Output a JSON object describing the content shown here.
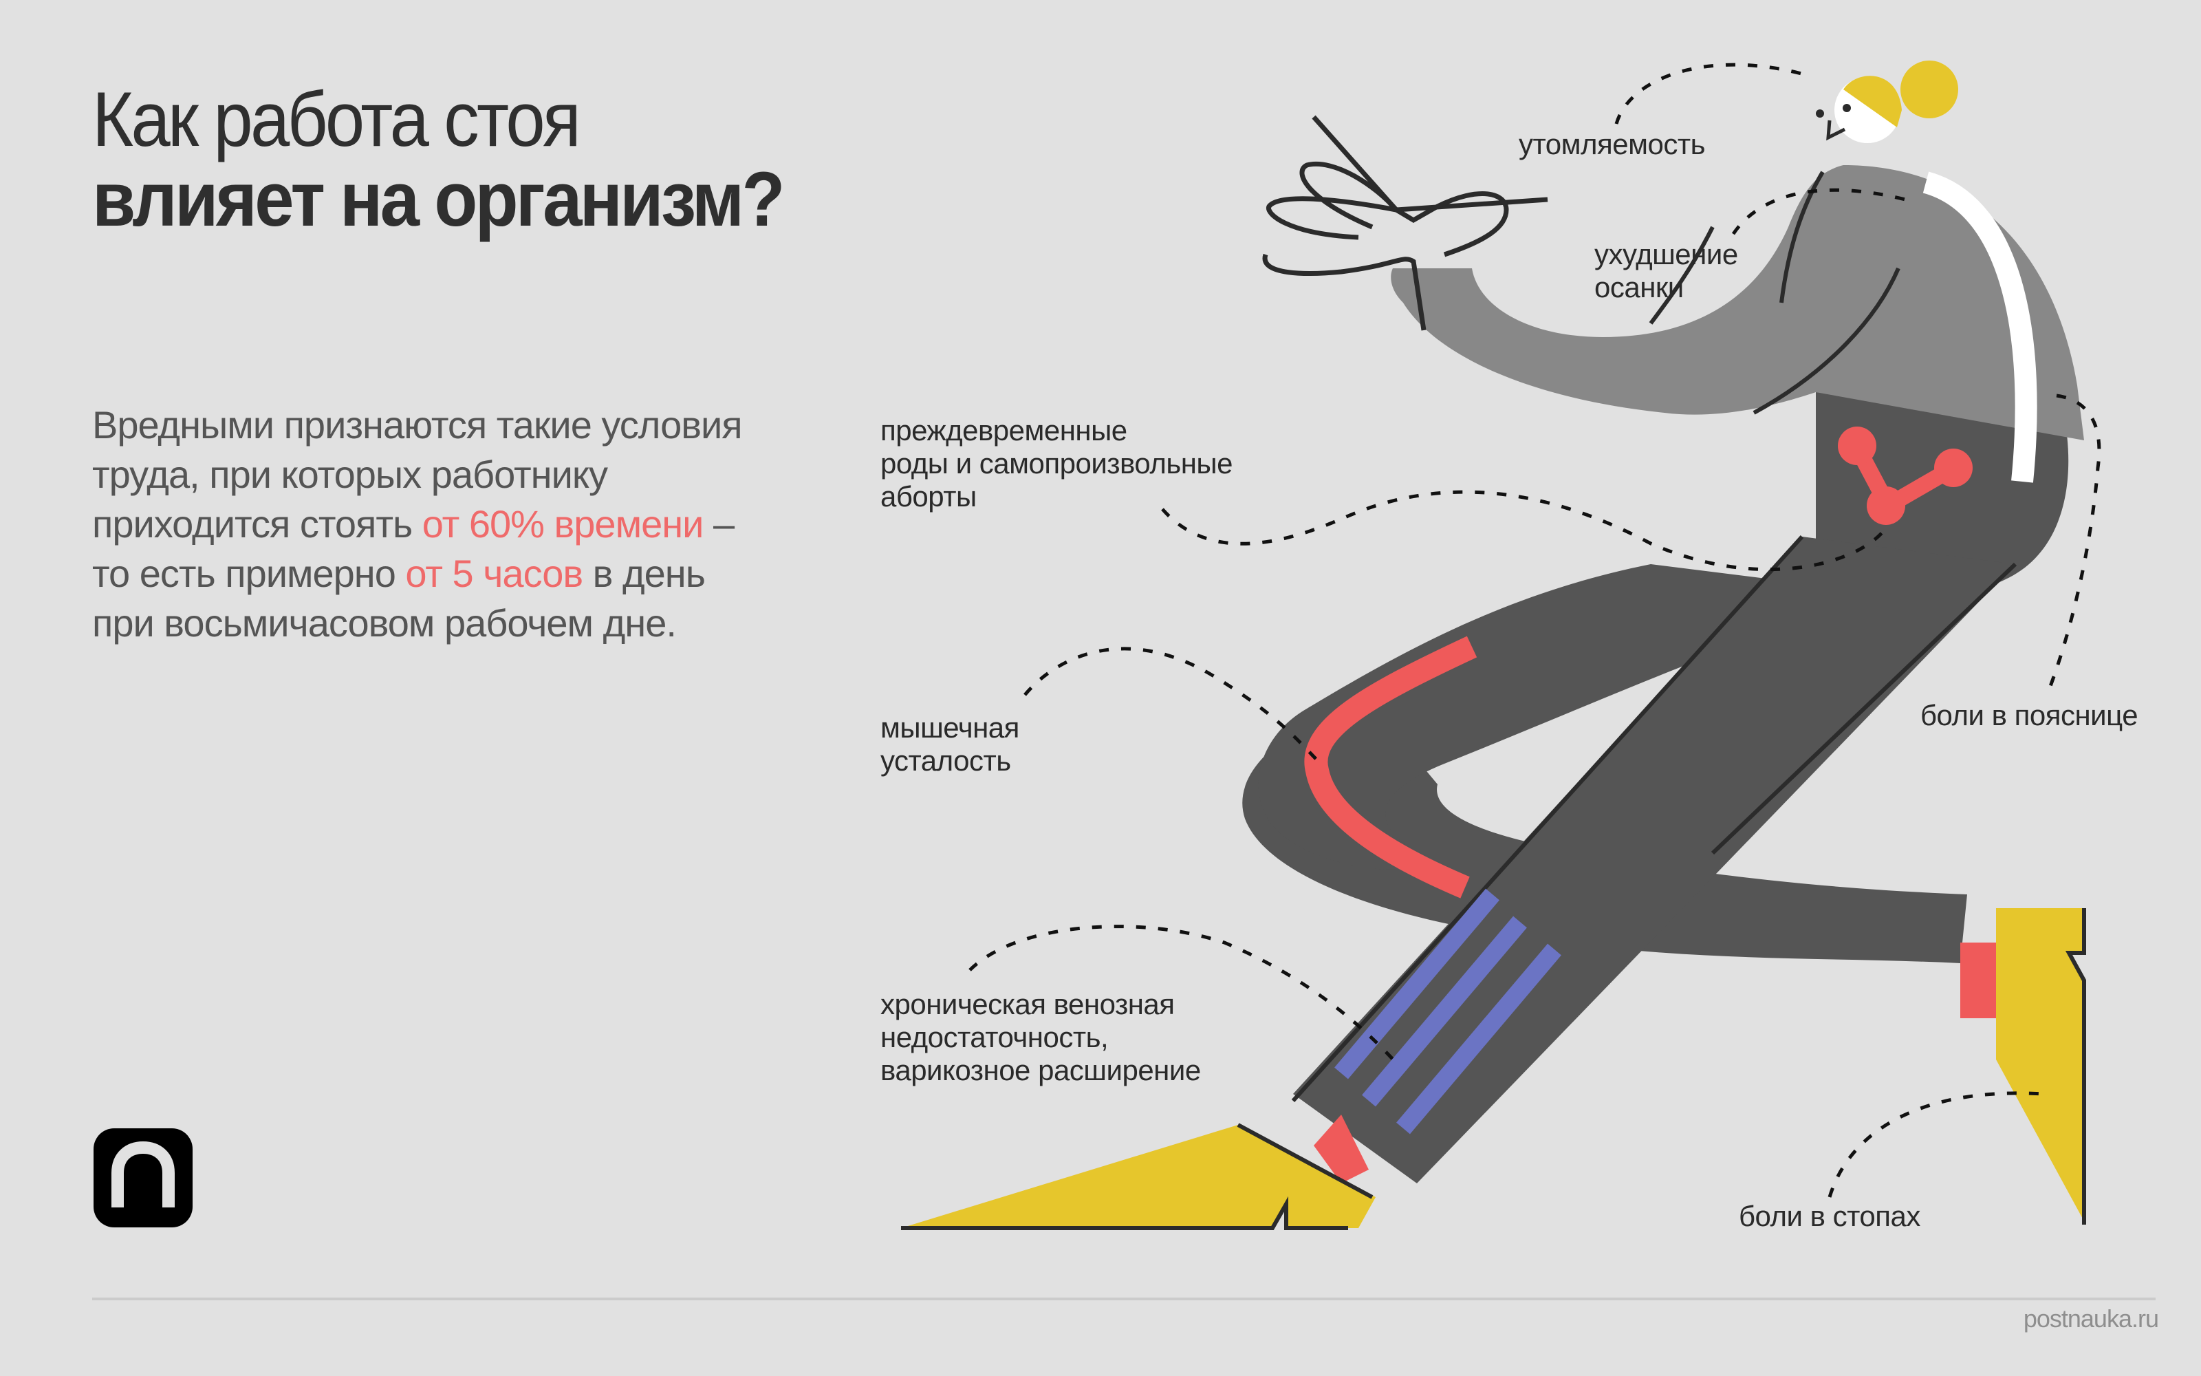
{
  "header": {
    "title_line1": "Как работа стоя",
    "title_line2": "влияет на организм?"
  },
  "intro": {
    "part1": "Вредными признаются такие условия труда, при которых работнику приходится стоять ",
    "highlight1": "от 60% времени",
    "part2": " – то есть примерно ",
    "highlight2": "от 5 часов",
    "part3": " в день при восьмичасовом рабочем дне."
  },
  "effects": {
    "fatigue": "утомляемость",
    "posture_l1": "ухудшение",
    "posture_l2": "осанки",
    "pregnancy_l1": "преждевременные",
    "pregnancy_l2": "роды и самопроизвольные",
    "pregnancy_l3": "аборты",
    "muscle_l1": "мышечная",
    "muscle_l2": "усталость",
    "venous_l1": "хроническая венозная",
    "venous_l2": "недостаточность,",
    "venous_l3": "варикозное расширение",
    "lower_back": "боли в пояснице",
    "feet": "боли в стопах"
  },
  "footer": {
    "site": "postnauka.ru"
  },
  "colors": {
    "background": "#e1e1e1",
    "accent_red": "#ef5a5a",
    "yellow": "#e6c62c",
    "blue": "#6b74c4",
    "dark_gray": "#555555",
    "mid_gray": "#888888"
  }
}
